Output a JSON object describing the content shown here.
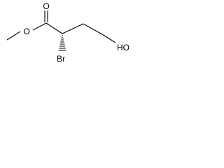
{
  "molecule": {
    "atoms": {
      "ester_oxygen": "O",
      "carbonyl_oxygen": "O",
      "bromine": "Br",
      "hydroxyl": "HO"
    }
  }
}
